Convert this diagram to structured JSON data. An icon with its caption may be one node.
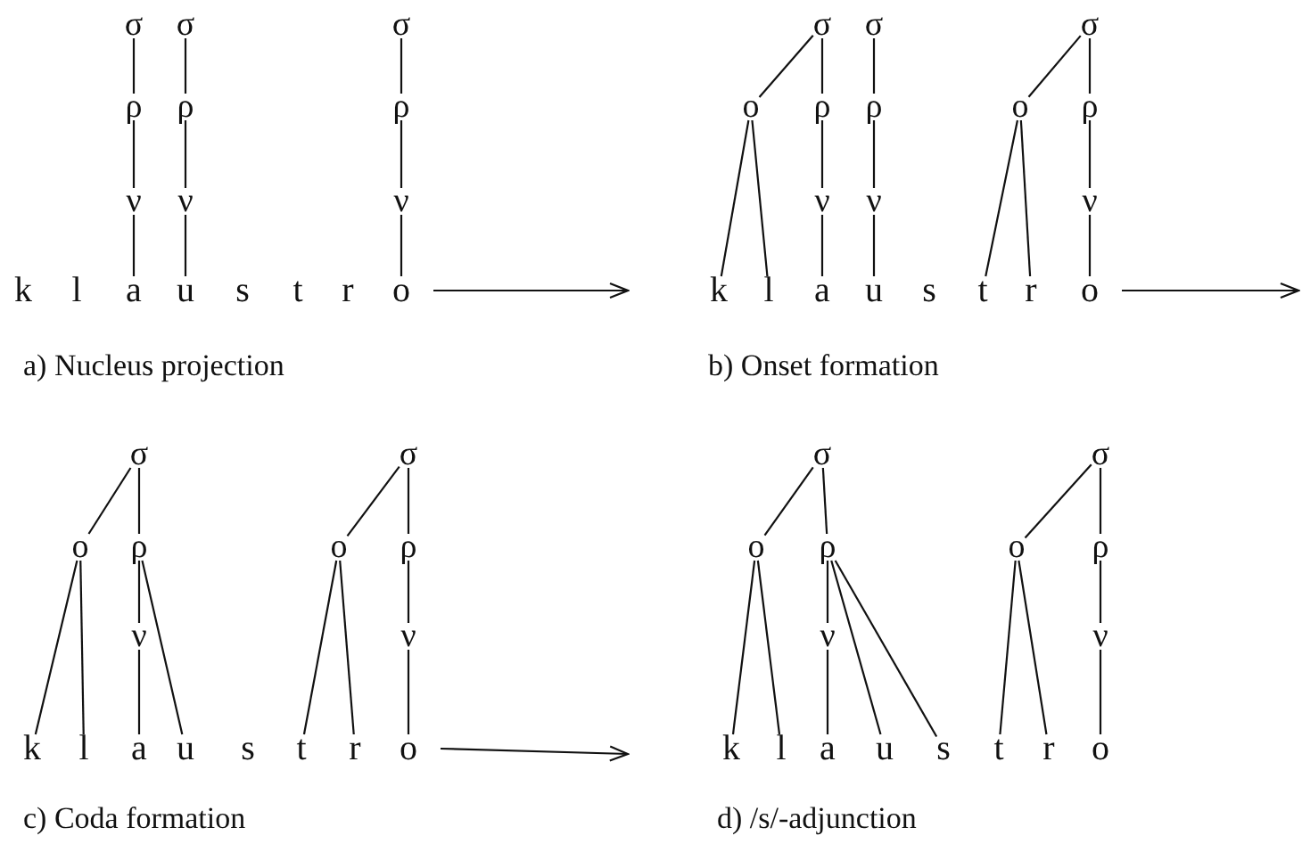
{
  "diagram": {
    "nodes": [
      {
        "text": [
          "σ"
        ]
      },
      {
        "text": [
          "σ"
        ]
      },
      {
        "text": [
          "σ"
        ]
      },
      {
        "text": [
          "ρ"
        ]
      },
      {
        "text": [
          "ρ"
        ]
      },
      {
        "text": [
          "ρ"
        ]
      },
      {
        "text": [
          "ν"
        ]
      },
      {
        "text": [
          "ν"
        ]
      },
      {
        "text": [
          "ν"
        ]
      },
      {
        "text": [
          "k"
        ]
      },
      {
        "text": [
          "l"
        ]
      },
      {
        "text": [
          "a"
        ]
      },
      {
        "text": [
          "u"
        ]
      },
      {
        "text": [
          "s"
        ]
      },
      {
        "text": [
          "t"
        ]
      },
      {
        "text": [
          "r"
        ]
      },
      {
        "text": [
          "o"
        ]
      },
      {
        "text": [
          "σ"
        ]
      },
      {
        "text": [
          "σ"
        ]
      },
      {
        "text": [
          "σ"
        ]
      },
      {
        "text": [
          "o"
        ]
      },
      {
        "text": [
          "ρ"
        ]
      },
      {
        "text": [
          "ρ"
        ]
      },
      {
        "text": [
          "o"
        ]
      },
      {
        "text": [
          "ρ"
        ]
      },
      {
        "text": [
          "ν"
        ]
      },
      {
        "text": [
          "ν"
        ]
      },
      {
        "text": [
          "ν"
        ]
      },
      {
        "text": [
          "k"
        ]
      },
      {
        "text": [
          "l"
        ]
      },
      {
        "text": [
          "a"
        ]
      },
      {
        "text": [
          "u"
        ]
      },
      {
        "text": [
          "s"
        ]
      },
      {
        "text": [
          "t"
        ]
      },
      {
        "text": [
          "r"
        ]
      },
      {
        "text": [
          "o"
        ]
      },
      {
        "text": [
          "σ"
        ]
      },
      {
        "text": [
          "σ"
        ]
      },
      {
        "text": [
          "o"
        ]
      },
      {
        "text": [
          "ρ"
        ]
      },
      {
        "text": [
          "o"
        ]
      },
      {
        "text": [
          "ρ"
        ]
      },
      {
        "text": [
          "ν"
        ]
      },
      {
        "text": [
          "ν"
        ]
      },
      {
        "text": [
          "k"
        ]
      },
      {
        "text": [
          "l"
        ]
      },
      {
        "text": [
          "a"
        ]
      },
      {
        "text": [
          "u"
        ]
      },
      {
        "text": [
          "s"
        ]
      },
      {
        "text": [
          "t"
        ]
      },
      {
        "text": [
          "r"
        ]
      },
      {
        "text": [
          "o"
        ]
      },
      {
        "text": [
          "σ"
        ]
      },
      {
        "text": [
          "σ"
        ]
      },
      {
        "text": [
          "o"
        ]
      },
      {
        "text": [
          "ρ"
        ]
      },
      {
        "text": [
          "o"
        ]
      },
      {
        "text": [
          "ρ"
        ]
      },
      {
        "text": [
          "ν"
        ]
      },
      {
        "text": [
          "ν"
        ]
      },
      {
        "text": [
          "k"
        ]
      },
      {
        "text": [
          "l"
        ]
      },
      {
        "text": [
          "a"
        ]
      },
      {
        "text": [
          "u"
        ]
      },
      {
        "text": [
          "s"
        ]
      },
      {
        "text": [
          "t"
        ]
      },
      {
        "text": [
          "r"
        ]
      },
      {
        "text": [
          "o"
        ]
      }
    ],
    "edges": [
      {
        "from": 0,
        "to": 3,
        "arrow": "none"
      },
      {
        "from": 3,
        "to": 6,
        "arrow": "none"
      },
      {
        "from": 6,
        "to": 11,
        "arrow": "none"
      },
      {
        "from": 1,
        "to": 4,
        "arrow": "none"
      },
      {
        "from": 4,
        "to": 7,
        "arrow": "none"
      },
      {
        "from": 7,
        "to": 12,
        "arrow": "none"
      },
      {
        "from": 2,
        "to": 5,
        "arrow": "none"
      },
      {
        "from": 5,
        "to": 8,
        "arrow": "none"
      },
      {
        "from": 8,
        "to": 16,
        "arrow": "none"
      },
      {
        "from": 16,
        "to": null,
        "arrow": "to"
      },
      {
        "from": 17,
        "to": 20,
        "arrow": "none"
      },
      {
        "from": 17,
        "to": 21,
        "arrow": "none"
      },
      {
        "from": 20,
        "to": 28,
        "arrow": "none"
      },
      {
        "from": 20,
        "to": 29,
        "arrow": "none"
      },
      {
        "from": 21,
        "to": 25,
        "arrow": "none"
      },
      {
        "from": 25,
        "to": 30,
        "arrow": "none"
      },
      {
        "from": 18,
        "to": 22,
        "arrow": "none"
      },
      {
        "from": 22,
        "to": 26,
        "arrow": "none"
      },
      {
        "from": 26,
        "to": 31,
        "arrow": "none"
      },
      {
        "from": 19,
        "to": 23,
        "arrow": "none"
      },
      {
        "from": 19,
        "to": 24,
        "arrow": "none"
      },
      {
        "from": 23,
        "to": 33,
        "arrow": "none"
      },
      {
        "from": 23,
        "to": 34,
        "arrow": "none"
      },
      {
        "from": 24,
        "to": 27,
        "arrow": "none"
      },
      {
        "from": 27,
        "to": 35,
        "arrow": "none"
      },
      {
        "from": 35,
        "to": null,
        "arrow": "to"
      },
      {
        "from": 36,
        "to": 38,
        "arrow": "none"
      },
      {
        "from": 36,
        "to": 39,
        "arrow": "none"
      },
      {
        "from": 38,
        "to": 44,
        "arrow": "none"
      },
      {
        "from": 38,
        "to": 45,
        "arrow": "none"
      },
      {
        "from": 39,
        "to": 42,
        "arrow": "none"
      },
      {
        "from": 42,
        "to": 46,
        "arrow": "none"
      },
      {
        "from": 39,
        "to": 47,
        "arrow": "none"
      },
      {
        "from": 37,
        "to": 40,
        "arrow": "none"
      },
      {
        "from": 37,
        "to": 41,
        "arrow": "none"
      },
      {
        "from": 40,
        "to": 49,
        "arrow": "none"
      },
      {
        "from": 40,
        "to": 50,
        "arrow": "none"
      },
      {
        "from": 41,
        "to": 43,
        "arrow": "none"
      },
      {
        "from": 43,
        "to": 51,
        "arrow": "none"
      },
      {
        "from": 51,
        "to": null,
        "arrow": "to"
      },
      {
        "from": 52,
        "to": 54,
        "arrow": "none"
      },
      {
        "from": 52,
        "to": 55,
        "arrow": "none"
      },
      {
        "from": 54,
        "to": 60,
        "arrow": "none"
      },
      {
        "from": 54,
        "to": 61,
        "arrow": "none"
      },
      {
        "from": 55,
        "to": 58,
        "arrow": "none"
      },
      {
        "from": 58,
        "to": 62,
        "arrow": "none"
      },
      {
        "from": 55,
        "to": 63,
        "arrow": "none"
      },
      {
        "from": 55,
        "to": 64,
        "arrow": "none"
      },
      {
        "from": 53,
        "to": 56,
        "arrow": "none"
      },
      {
        "from": 53,
        "to": 57,
        "arrow": "none"
      },
      {
        "from": 56,
        "to": 65,
        "arrow": "none"
      },
      {
        "from": 56,
        "to": 66,
        "arrow": "none"
      },
      {
        "from": 57,
        "to": 59,
        "arrow": "none"
      },
      {
        "from": 59,
        "to": 67,
        "arrow": "none"
      }
    ],
    "labels": [
      "a) Nucleus projection",
      "b) Onset formation",
      "c) Coda formation",
      "d) /s/-adjunction"
    ]
  }
}
